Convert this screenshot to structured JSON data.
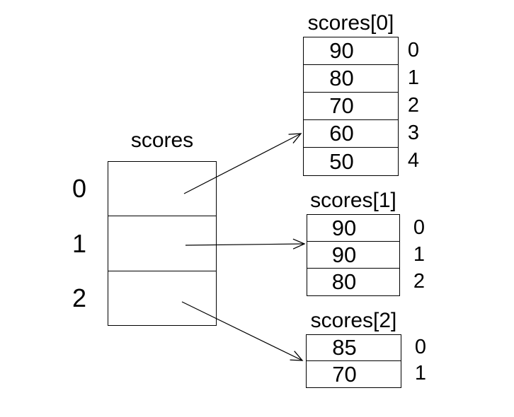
{
  "diagram_type": "jagged-array",
  "colors": {
    "line": "#000000",
    "text": "#000000",
    "background": "#ffffff"
  },
  "main_array": {
    "title": "scores",
    "index_labels": [
      "0",
      "1",
      "2"
    ]
  },
  "sub_arrays": [
    {
      "title": "scores[0]",
      "cells": [
        {
          "value": "90",
          "index": "0"
        },
        {
          "value": "80",
          "index": "1"
        },
        {
          "value": "70",
          "index": "2"
        },
        {
          "value": "60",
          "index": "3"
        },
        {
          "value": "50",
          "index": "4"
        }
      ]
    },
    {
      "title": "scores[1]",
      "cells": [
        {
          "value": "90",
          "index": "0"
        },
        {
          "value": "90",
          "index": "1"
        },
        {
          "value": "80",
          "index": "2"
        }
      ]
    },
    {
      "title": "scores[2]",
      "cells": [
        {
          "value": "85",
          "index": "0"
        },
        {
          "value": "70",
          "index": "1"
        }
      ]
    }
  ]
}
